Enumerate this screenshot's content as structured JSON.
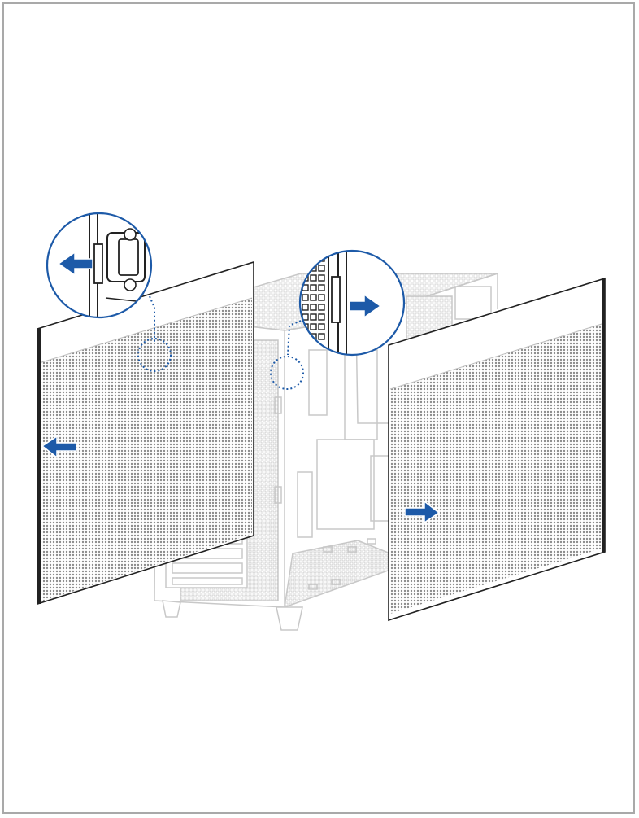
{
  "diagram": {
    "kind": "assembly-instruction",
    "subject": "pc-case-side-panel-removal",
    "colors": {
      "arrow": "#1d5aa8",
      "callout": "#1d5aa8",
      "panel_outline": "#222222",
      "case_outline": "#c8c8c8",
      "mesh": "#8c8c8c",
      "frame": "#a9a9a9"
    },
    "steps": [
      {
        "panel": "left-side-panel",
        "action": "pull-out",
        "direction": "left",
        "arrow_icon": "arrow-left-icon"
      },
      {
        "panel": "right-side-panel",
        "action": "pull-out",
        "direction": "right",
        "arrow_icon": "arrow-right-icon"
      }
    ],
    "callouts": [
      {
        "detail": "left-panel-latch",
        "arrow_icon": "arrow-left-icon"
      },
      {
        "detail": "right-panel-latch",
        "arrow_icon": "arrow-right-icon"
      }
    ]
  }
}
